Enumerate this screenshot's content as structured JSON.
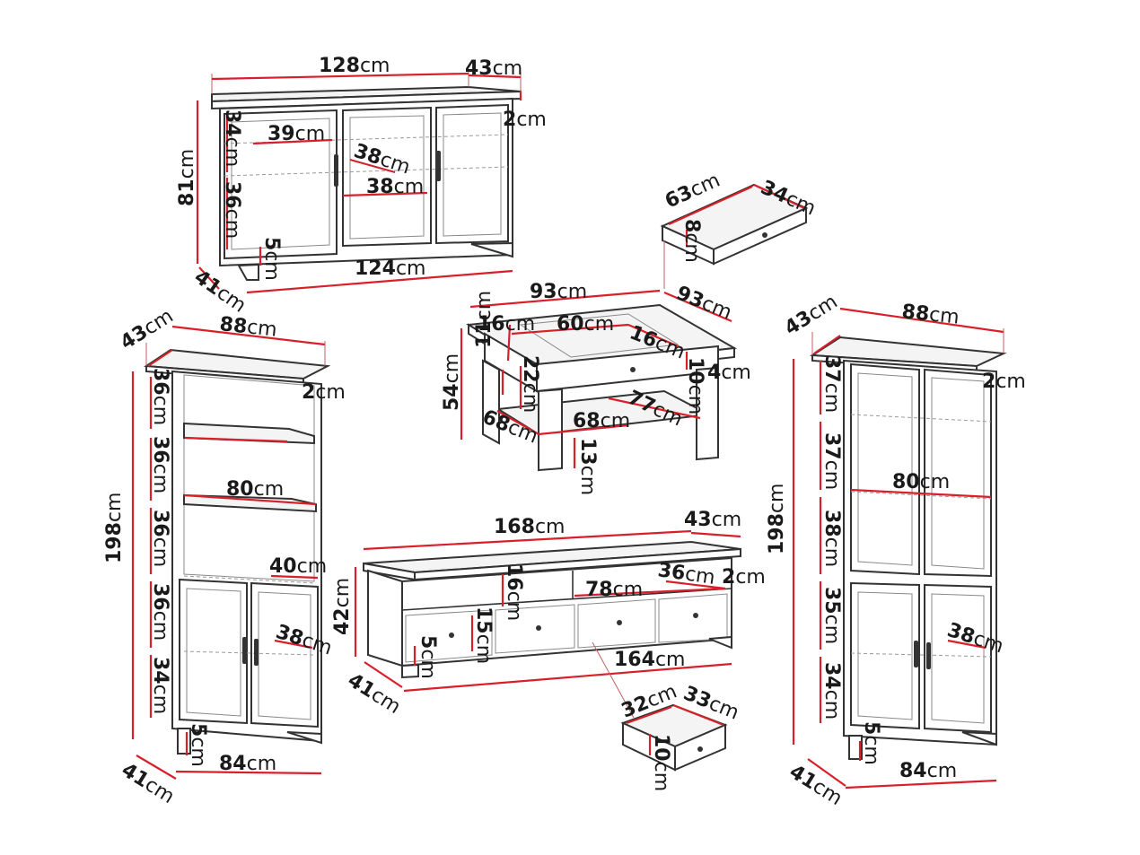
{
  "unit": "cm",
  "colors": {
    "dimension_line": "#d8202a",
    "outline": "#333333",
    "background": "#ffffff"
  },
  "sideboard": {
    "width": "128",
    "depth": "43",
    "height": "81",
    "inner_width": "124",
    "top_thickness": "2",
    "shelf_depth": "41",
    "compartment_width": "39",
    "upper_compartment_height": "34",
    "lower_compartment_height": "36",
    "center_width_a": "38",
    "center_width_b": "38",
    "plinth_height": "5"
  },
  "drawer_small": {
    "width": "63",
    "depth": "34",
    "height": "8"
  },
  "coffee_table": {
    "width": "93",
    "depth": "93",
    "height": "54",
    "top_thickness": "4",
    "glass_width": "60",
    "frame_left": "16",
    "frame_right": "16",
    "glass_inset": "10",
    "drawer_height": "11",
    "apron_height": "22",
    "shelf_depth": "68",
    "shelf_width": "68",
    "shelf_diag": "77",
    "leg_clearance": "13"
  },
  "bookcase_left": {
    "depth": "43",
    "width": "88",
    "height": "198",
    "top_thickness": "2",
    "shelf_heights": [
      "36",
      "36",
      "36",
      "36",
      "34"
    ],
    "second_shelf_height": "36",
    "inner_width": "80",
    "shelf_depth": "40",
    "door_depth": "38",
    "bottom_width": "84",
    "bottom_depth": "41",
    "plinth_height": "5"
  },
  "tv_unit": {
    "width": "168",
    "depth": "43",
    "height": "42",
    "top_thickness": "2",
    "niche_height": "16",
    "niche_depth": "36",
    "niche_width": "78",
    "drawer_front_height": "15",
    "plinth_height": "5",
    "inner_width": "164",
    "bottom_depth": "41"
  },
  "drawer_tv": {
    "width": "32",
    "depth": "33",
    "height": "10"
  },
  "vitrine_right": {
    "depth": "43",
    "width": "88",
    "height": "198",
    "top_thickness": "2",
    "shelf_heights": [
      "37",
      "37",
      "38",
      "35",
      "34"
    ],
    "inner_width": "80",
    "door_depth": "38",
    "plinth_height": "5",
    "bottom_width": "84",
    "bottom_depth": "41"
  }
}
